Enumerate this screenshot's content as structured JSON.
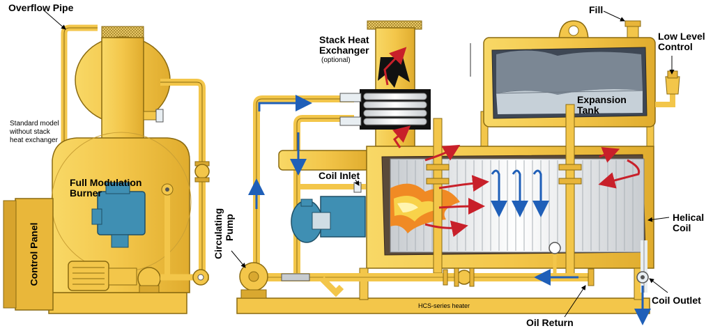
{
  "labels": {
    "overflow_pipe": "Overflow Pipe",
    "standard_model_line1": "Standard model",
    "standard_model_line2": "without stack",
    "standard_model_line3": "heat exchanger",
    "full_modulation_line1": "Full Modulation",
    "full_modulation_line2": "Burner",
    "control_panel": "Control Panel",
    "stack_heat_line1": "Stack Heat",
    "stack_heat_line2": "Exchanger",
    "optional": "(optional)",
    "fill": "Fill",
    "low_level_line1": "Low Level",
    "low_level_line2": "Control",
    "expansion_line1": "Expansion",
    "expansion_line2": "Tank",
    "coil_inlet": "Coil Inlet",
    "circulating_line1": "Circulating",
    "circulating_line2": "Pump",
    "helical_line1": "Helical",
    "helical_line2": "Coil",
    "coil_outlet": "Coil Outlet",
    "oil_return": "Oil Return",
    "hcs_heater": "HCS-series heater"
  },
  "colors": {
    "body_yellow": "#f3c64a",
    "body_outline": "#8a6a10",
    "pipe_yellow": "#f7d35e",
    "burner_blue": "#3f8fb3",
    "flow_blue": "#1f5fb8",
    "flow_red": "#c8202a",
    "coil_white": "#eef0f2",
    "interior_dark": "#5a4a3a",
    "tank_gray": "#9aa6b0"
  },
  "icons": [
    "motor-icon",
    "pump-icon",
    "valve-icon",
    "gauge-icon",
    "flame-icon"
  ]
}
